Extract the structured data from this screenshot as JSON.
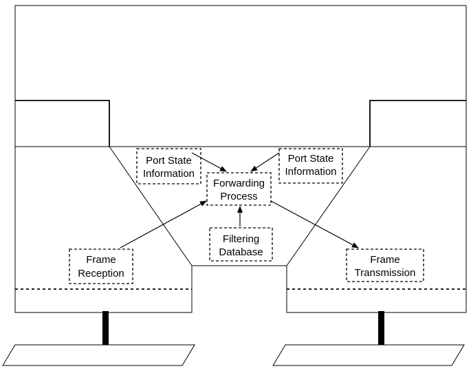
{
  "diagram": {
    "boxes": {
      "port_state_left": [
        "Port State",
        "Information"
      ],
      "port_state_right": [
        "Port State",
        "Information"
      ],
      "forwarding_process": [
        "Forwarding",
        "Process"
      ],
      "filtering_database": [
        "Filtering",
        "Database"
      ],
      "frame_reception": [
        "Frame",
        "Reception"
      ],
      "frame_transmission": [
        "Frame",
        "Transmission"
      ]
    },
    "colors": {
      "line": "#000000",
      "background": "#ffffff"
    }
  }
}
